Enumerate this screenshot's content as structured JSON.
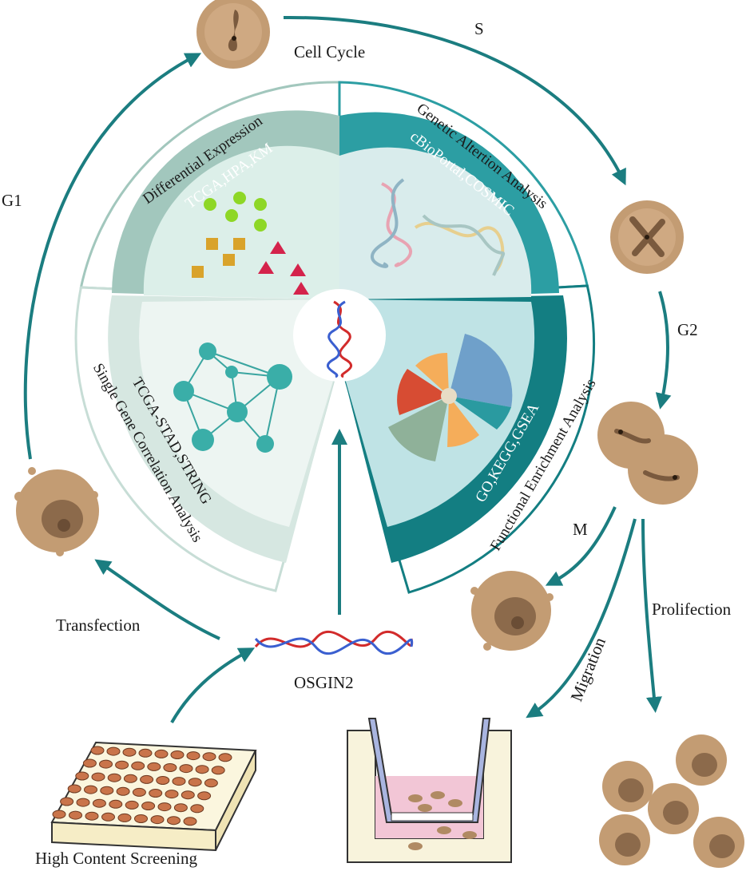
{
  "stages": {
    "cell_cycle": "Cell Cycle",
    "s": "S",
    "g1": "G1",
    "g2": "G2",
    "m": "M"
  },
  "outcomes": {
    "transfection": "Transfection",
    "prolifection": "Prolifection",
    "migration": "Migration"
  },
  "gene": "OSGIN2",
  "screening": "High Content Screening",
  "sectors": [
    {
      "title": "Differential Expression",
      "tools": "TCGA,HPA,KM"
    },
    {
      "title": "Genetic Altertion Analysis",
      "tools": "cBioPortal,COSMIC"
    },
    {
      "title": "Functional Enrichment Analysis",
      "tools": "GO,KEGG,GSEA"
    },
    {
      "title": "Single Gene  Correlation Analysis",
      "tools": "TCGA-STAD,STRING"
    }
  ],
  "colors": {
    "arrow": "#1b7d80",
    "cell": "#c39c73",
    "nucleus": "#8c6a4b",
    "helix_red": "#d22b2b",
    "helix_blue": "#3a5fd0",
    "teal_dark": "#137e82",
    "teal_mid": "#2c9ea3",
    "sage": "#a2c7bd"
  }
}
